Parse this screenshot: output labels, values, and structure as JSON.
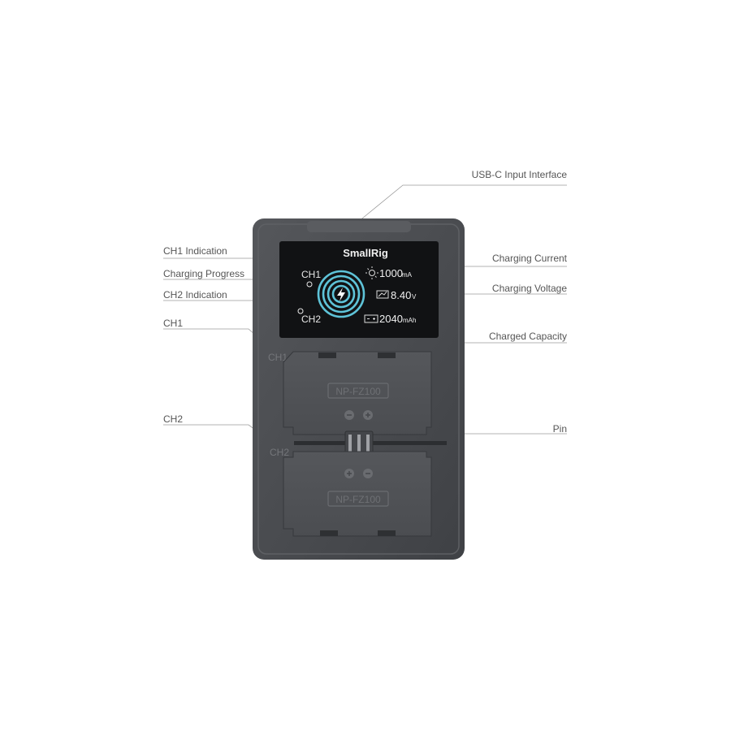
{
  "callouts": {
    "usb_c": "USB-C Input Interface",
    "ch1_indication": "CH1 Indication",
    "charging_progress": "Charging Progress",
    "ch2_indication": "CH2 Indication",
    "ch1": "CH1",
    "ch2": "CH2",
    "charging_current": "Charging Current",
    "charging_voltage": "Charging Voltage",
    "charged_capacity": "Charged Capacity",
    "pin": "Pin"
  },
  "device": {
    "brand": "SmallRig",
    "slot1_label": "CH1",
    "slot2_label": "CH2",
    "battery_model_1": "NP-FZ100",
    "battery_model_2": "NP-FZ100",
    "display": {
      "ch1_label": "CH1",
      "ch2_label": "CH2",
      "current_value": "1000",
      "current_unit": "mA",
      "voltage_value": "8.40",
      "voltage_unit": "V",
      "capacity_value": "2040",
      "capacity_unit": "mAh"
    }
  },
  "colors": {
    "body": "#4a4c50",
    "screen": "#111214",
    "ring": "#5ec3d8"
  }
}
